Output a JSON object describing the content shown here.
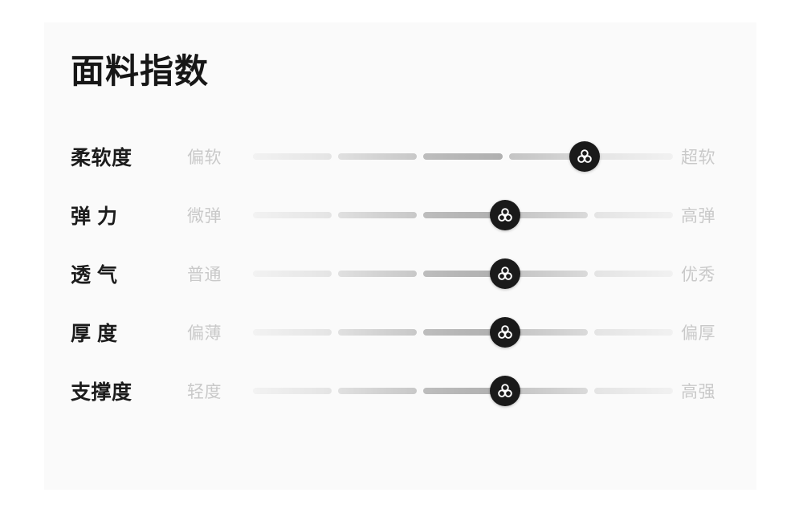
{
  "card": {
    "title": "面料指数",
    "background_color": "#fafafa",
    "page_background_color": "#ffffff"
  },
  "slider_style": {
    "segment_count": 5,
    "knob_color": "#1a1a1a",
    "knob_icon": "trefoil-icon",
    "label_color": "#c9c9c9",
    "title_color": "#171717"
  },
  "rows": [
    {
      "label": "柔软度",
      "label_left": "柔软",
      "label_right": "度",
      "min_label": "偏软",
      "max_label": "超软",
      "value": 4,
      "max_value": 5,
      "knob_percent": 79
    },
    {
      "label": "弹 力",
      "label_left": "弹",
      "label_right": "力",
      "min_label": "微弹",
      "max_label": "高弹",
      "value": 3,
      "max_value": 5,
      "knob_percent": 60
    },
    {
      "label": "透 气",
      "label_left": "透",
      "label_right": "气",
      "min_label": "普通",
      "max_label": "优秀",
      "value": 3,
      "max_value": 5,
      "knob_percent": 60
    },
    {
      "label": "厚 度",
      "label_left": "厚",
      "label_right": "度",
      "min_label": "偏薄",
      "max_label": "偏厚",
      "value": 3,
      "max_value": 5,
      "knob_percent": 60
    },
    {
      "label": "支撑度",
      "label_left": "支撑",
      "label_right": "度",
      "min_label": "轻度",
      "max_label": "高强",
      "value": 3,
      "max_value": 5,
      "knob_percent": 60
    }
  ]
}
